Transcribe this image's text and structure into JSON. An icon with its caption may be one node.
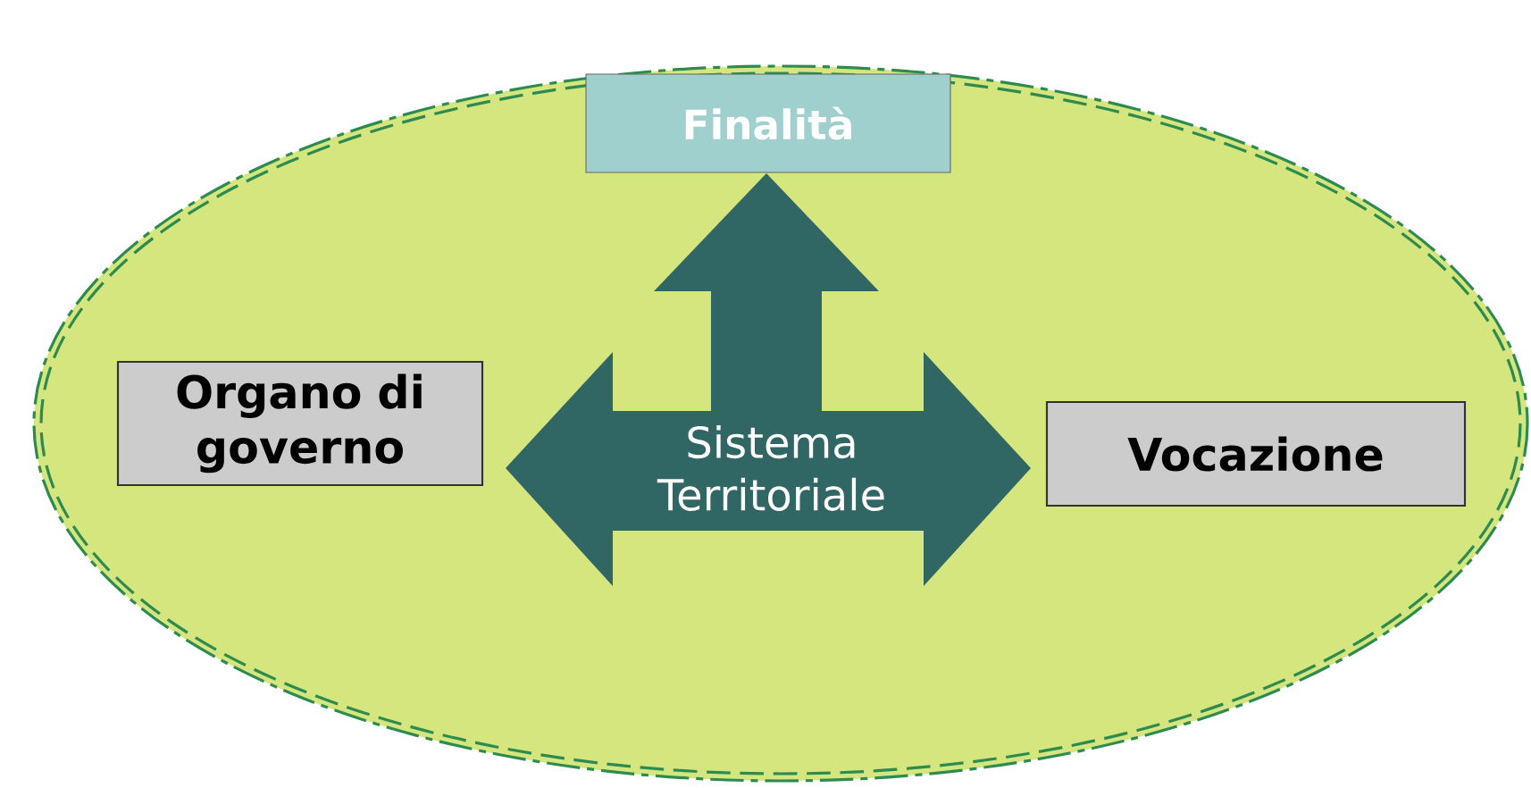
{
  "diagram": {
    "nodes": [
      {
        "text": [],
        "shape": "ellipse"
      },
      {
        "text": [
          "Finalità"
        ],
        "in": 0
      },
      {
        "text": [
          "Organo di governo"
        ],
        "in": 0
      },
      {
        "text": [
          "Sistema Territoriale"
        ],
        "in": 0
      },
      {
        "text": [
          "Vocazione"
        ],
        "in": 0
      }
    ],
    "edges": [
      {
        "from": 3,
        "to": 1,
        "arrow": "to"
      },
      {
        "from": 3,
        "to": 2,
        "arrow": "to"
      },
      {
        "from": 3,
        "to": 4,
        "arrow": "to"
      }
    ]
  }
}
